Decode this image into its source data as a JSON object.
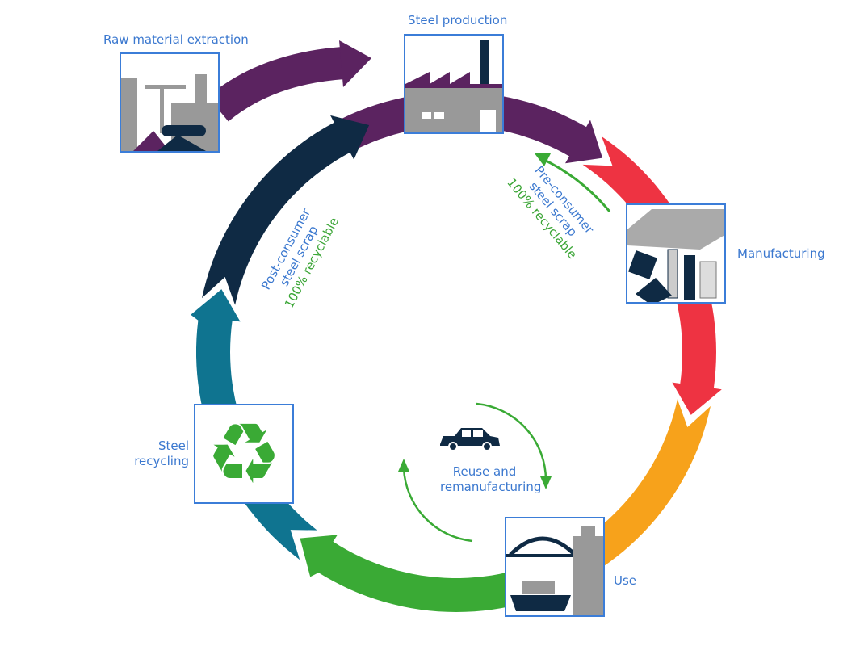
{
  "colors": {
    "purple": "#5b2360",
    "red": "#ee3342",
    "orange": "#f7a21b",
    "green": "#3aaa35",
    "teal": "#0f7490",
    "navy": "#0f2a44",
    "box_border": "#3b7dd8",
    "label": "#3b78cf",
    "recyclable": "#3aa535"
  },
  "stages": [
    {
      "label": "Raw material extraction",
      "icon": "mine-icon"
    },
    {
      "label": "Steel production",
      "icon": "factory-icon"
    },
    {
      "label": "Manufacturing",
      "icon": "steel-products-icon"
    },
    {
      "label": "Use",
      "icon": "city-icon"
    },
    {
      "label": "Steel recycling",
      "icon": "recycle-icon",
      "line1": "Steel",
      "line2": "recycling"
    }
  ],
  "pre_consumer": {
    "line1": "Pre-consumer",
    "line2": "steel scrap",
    "line3": "100% recyclable"
  },
  "post_consumer": {
    "line1": "Post-consumer",
    "line2": "steel scrap",
    "line3": "100% recyclable"
  },
  "reuse": {
    "line1": "Reuse and",
    "line2": "remanufacturing",
    "icon": "car-icon"
  },
  "recycle_glyph": "♻"
}
